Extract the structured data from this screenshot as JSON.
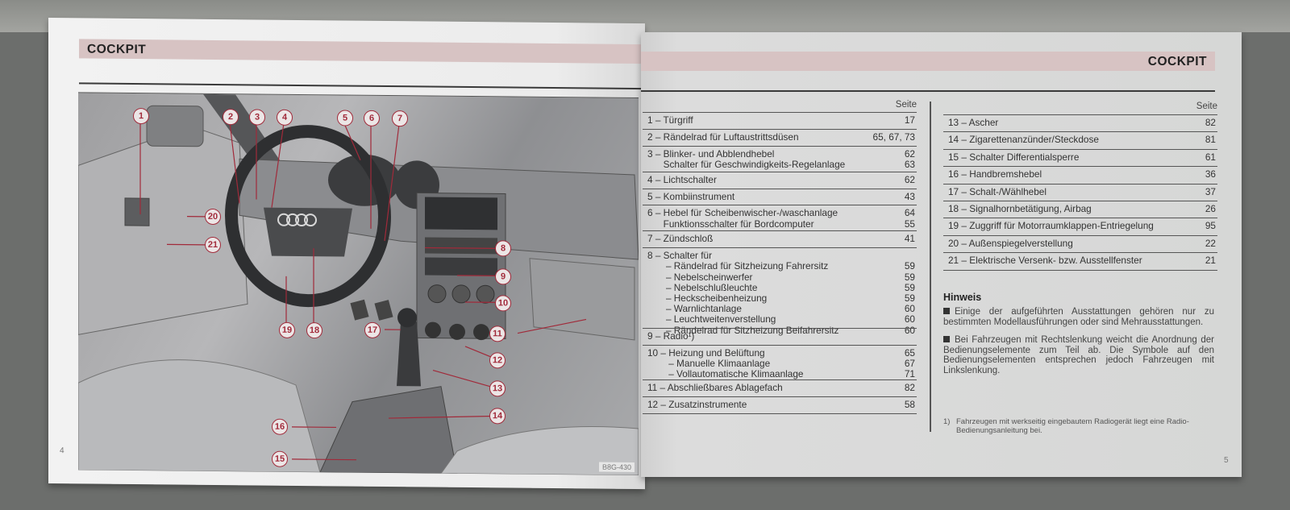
{
  "left_page": {
    "section_title": "COCKPIT",
    "page_number": "4",
    "figure_code": "B8G-430",
    "callouts": [
      "1",
      "2",
      "3",
      "4",
      "5",
      "6",
      "7",
      "8",
      "9",
      "10",
      "11",
      "12",
      "13",
      "14",
      "15",
      "16",
      "17",
      "18",
      "19",
      "20",
      "21"
    ]
  },
  "right_page": {
    "section_title": "COCKPIT",
    "page_number": "5",
    "column_header": "Seite",
    "left_table": [
      {
        "label": "1 – Türgriff",
        "pages": "17"
      },
      {
        "label": "2 – Rändelrad für Luftaustrittsdüsen",
        "pages": "65, 67, 73"
      },
      {
        "label": "3 – Blinker- und Abblendhebel\n      Schalter für Geschwindigkeits-Regelanlage",
        "pages": "62\n63"
      },
      {
        "label": "4 – Lichtschalter",
        "pages": "62"
      },
      {
        "label": "5 – Kombiinstrument",
        "pages": "43"
      },
      {
        "label": "6 – Hebel für Scheibenwischer-/waschanlage\n      Funktionsschalter für Bordcomputer",
        "pages": "64\n55"
      },
      {
        "label": "7 – Zündschloß",
        "pages": "41"
      },
      {
        "label": "8 – Schalter für\n       – Rändelrad für Sitzheizung Fahrersitz\n       – Nebelscheinwerfer\n       – Nebelschlußleuchte\n       – Heckscheibenheizung\n       – Warnlichtanlage\n       – Leuchtweitenverstellung\n       – Rändelrad für Sitzheizung Beifahrersitz",
        "pages": "\n59\n59\n59\n59\n60\n60\n60"
      },
      {
        "label": "9 – Radio¹)",
        "pages": ""
      },
      {
        "label": "10 – Heizung und Belüftung\n        – Manuelle Klimaanlage\n        – Vollautomatische Klimaanlage",
        "pages": "65\n67\n71"
      },
      {
        "label": "11 – Abschließbares Ablagefach",
        "pages": "82"
      },
      {
        "label": "12 – Zusatzinstrumente",
        "pages": "58"
      }
    ],
    "right_table": [
      {
        "label": "13 – Ascher",
        "pages": "82"
      },
      {
        "label": "14 – Zigarettenanzünder/Steckdose",
        "pages": "81"
      },
      {
        "label": "15 – Schalter Differentialsperre",
        "pages": "61"
      },
      {
        "label": "16 – Handbremshebel",
        "pages": "36"
      },
      {
        "label": "17 – Schalt-/Wählhebel",
        "pages": "37"
      },
      {
        "label": "18 – Signalhornbetätigung, Airbag",
        "pages": "26"
      },
      {
        "label": "19 – Zuggriff für Motorraumklappen-Entriegelung",
        "pages": "95"
      },
      {
        "label": "20 – Außenspiegelverstellung",
        "pages": "22"
      },
      {
        "label": "21 – Elektrische Versenk- bzw. Ausstellfenster",
        "pages": "21"
      }
    ],
    "note": {
      "heading": "Hinweis",
      "items": [
        "Einige der aufgeführten Ausstattungen gehören nur zu bestimmten Modellausführungen oder sind Mehrausstattungen.",
        "Bei Fahrzeugen mit Rechtslenkung weicht die Anordnung der Bedienungselemente zum Teil ab. Die Symbole auf den Bedienungselementen entsprechen jedoch Fahrzeugen mit Linkslenkung."
      ]
    },
    "footnote": {
      "mark": "1)",
      "text": "Fahrzeugen mit werkseitig eingebautem Radiogerät liegt eine Radio-Bedienungsanleitung bei."
    }
  }
}
